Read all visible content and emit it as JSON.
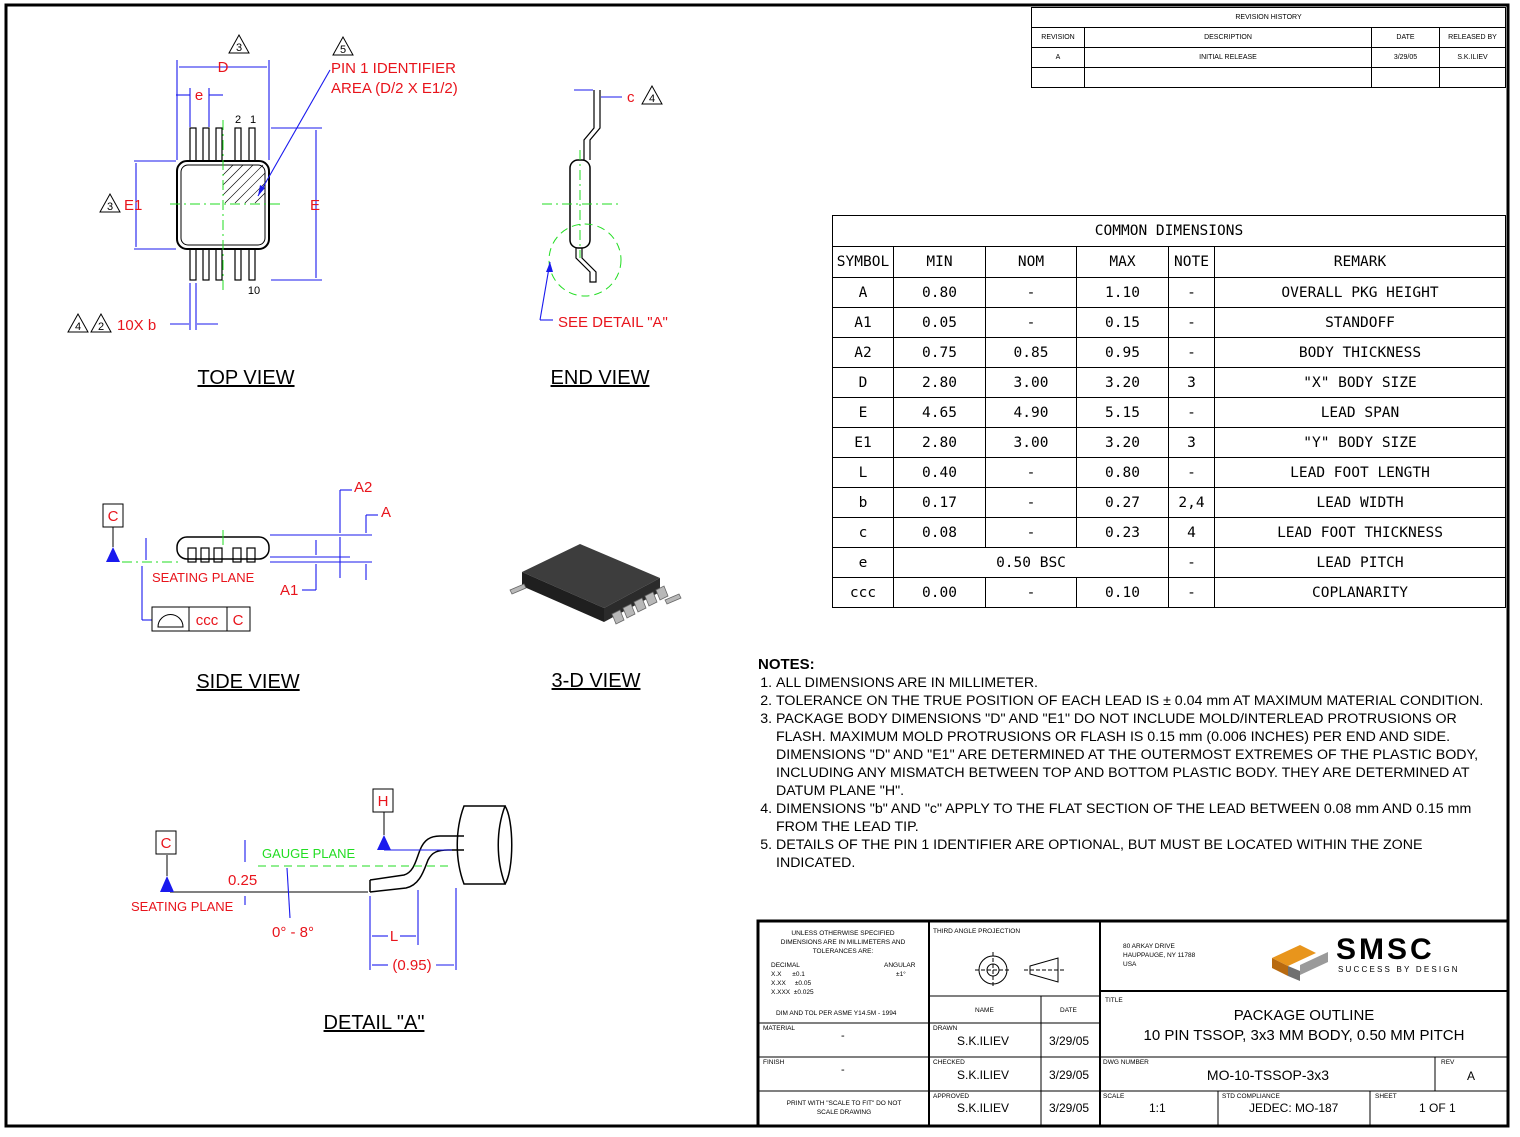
{
  "revision_history": {
    "title": "REVISION HISTORY",
    "headers": [
      "REVISION",
      "DESCRIPTION",
      "DATE",
      "RELEASED BY"
    ],
    "rows": [
      [
        "A",
        "INITIAL RELEASE",
        "3/29/05",
        "S.K.ILIEV"
      ]
    ]
  },
  "views": {
    "top_view": "TOP VIEW",
    "end_view": "END VIEW",
    "side_view": "SIDE VIEW",
    "three_d_view": "3-D VIEW",
    "detail_a": "DETAIL \"A\""
  },
  "top_view_labels": {
    "d": "D",
    "e_pitch": "e",
    "e1": "E1",
    "e": "E",
    "pin_2": "2",
    "pin_1": "1",
    "pin_10": "10",
    "pin1_line1": "PIN 1 IDENTIFIER",
    "pin1_line2": "AREA (D/2 X E1/2)",
    "lead_width": "10X b",
    "tri_3": "3",
    "tri_5": "5",
    "tri_4": "4",
    "tri_2": "2"
  },
  "end_view_labels": {
    "c": "c",
    "tri_4": "4",
    "see_detail": "SEE DETAIL \"A\""
  },
  "side_view_labels": {
    "datum_c": "C",
    "seating_plane": "SEATING PLANE",
    "a2": "A2",
    "a": "A",
    "a1": "A1",
    "ccc": "ccc",
    "ccc_datum": "C"
  },
  "detail_labels": {
    "datum_h": "H",
    "datum_c": "C",
    "gauge_plane": "GAUGE PLANE",
    "gauge_value": "0.25",
    "seating_plane": "SEATING PLANE",
    "angle": "0° - 8°",
    "l": "L",
    "lead_ref": "(0.95)"
  },
  "common_dimensions": {
    "title": "COMMON  DIMENSIONS",
    "headers": [
      "SYMBOL",
      "MIN",
      "NOM",
      "MAX",
      "NOTE",
      "REMARK"
    ],
    "rows": [
      [
        "A",
        "0.80",
        "-",
        "1.10",
        "-",
        "OVERALL  PKG  HEIGHT"
      ],
      [
        "A1",
        "0.05",
        "-",
        "0.15",
        "-",
        "STANDOFF"
      ],
      [
        "A2",
        "0.75",
        "0.85",
        "0.95",
        "-",
        "BODY  THICKNESS"
      ],
      [
        "D",
        "2.80",
        "3.00",
        "3.20",
        "3",
        "\"X\"  BODY  SIZE"
      ],
      [
        "E",
        "4.65",
        "4.90",
        "5.15",
        "-",
        "LEAD  SPAN"
      ],
      [
        "E1",
        "2.80",
        "3.00",
        "3.20",
        "3",
        "\"Y\"  BODY  SIZE"
      ],
      [
        "L",
        "0.40",
        "-",
        "0.80",
        "-",
        "LEAD  FOOT  LENGTH"
      ],
      [
        "b",
        "0.17",
        "-",
        "0.27",
        "2,4",
        "LEAD  WIDTH"
      ],
      [
        "c",
        "0.08",
        "-",
        "0.23",
        "4",
        "LEAD  FOOT  THICKNESS"
      ],
      [
        "e",
        "0.50  BSC",
        "",
        "",
        "-",
        "LEAD  PITCH"
      ],
      [
        "ccc",
        "0.00",
        "-",
        "0.10",
        "-",
        "COPLANARITY"
      ]
    ]
  },
  "notes": {
    "heading": "NOTES:",
    "items": [
      "ALL DIMENSIONS ARE IN MILLIMETER.",
      "TOLERANCE ON THE TRUE POSITION OF EACH LEAD IS ± 0.04 mm AT MAXIMUM MATERIAL CONDITION.",
      "PACKAGE BODY DIMENSIONS \"D\" AND \"E1\" DO NOT INCLUDE MOLD/INTERLEAD PROTRUSIONS OR FLASH. MAXIMUM MOLD PROTRUSIONS OR FLASH IS 0.15 mm (0.006 INCHES) PER END AND SIDE. DIMENSIONS \"D\" AND \"E1\" ARE DETERMINED AT THE OUTERMOST EXTREMES OF THE PLASTIC BODY, INCLUDING ANY MISMATCH BETWEEN TOP AND BOTTOM PLASTIC BODY. THEY ARE DETERMINED AT DATUM PLANE \"H\".",
      "DIMENSIONS \"b\" AND \"c\" APPLY TO THE FLAT SECTION OF THE LEAD BETWEEN 0.08 mm AND 0.15 mm FROM THE LEAD TIP.",
      "DETAILS OF THE PIN 1 IDENTIFIER ARE OPTIONAL, BUT MUST BE LOCATED WITHIN THE ZONE INDICATED."
    ]
  },
  "title_block": {
    "tolerances_heading": "UNLESS OTHERWISE SPECIFIED DIMENSIONS ARE IN MILLIMETERS AND TOLERANCES ARE:",
    "decimal_label": "DECIMAL",
    "angular_label": "ANGULAR",
    "angular_value": "±1°",
    "tol_x": "X.X      ±0.1",
    "tol_xx": "X.XX     ±0.05",
    "tol_xxx": "X.XXX  ±0.025",
    "dim_tol_std": "DIM AND TOL PER ASME Y14.5M - 1994",
    "material_label": "MATERIAL",
    "material_value": "-",
    "finish_label": "FINISH",
    "finish_value": "-",
    "print_note": "PRINT WITH \"SCALE TO FIT\" DO NOT SCALE DRAWING",
    "projection_label": "THIRD ANGLE PROJECTION",
    "name_label": "NAME",
    "date_label": "DATE",
    "drawn_label": "DRAWN",
    "drawn_name": "S.K.ILIEV",
    "drawn_date": "3/29/05",
    "checked_label": "CHECKED",
    "checked_name": "S.K.ILIEV",
    "checked_date": "3/29/05",
    "approved_label": "APPROVED",
    "approved_name": "S.K.ILIEV",
    "approved_date": "3/29/05",
    "address_1": "80 ARKAY DRIVE",
    "address_2": "HAUPPAUGE, NY 11788",
    "address_3": "USA",
    "logo_text": "SMSC",
    "logo_tagline": "SUCCESS BY DESIGN",
    "title_label": "TITLE",
    "title_line1": "PACKAGE OUTLINE",
    "title_line2": "10 PIN TSSOP, 3x3 MM BODY, 0.50 MM PITCH",
    "dwg_label": "DWG NUMBER",
    "dwg_value": "MO-10-TSSOP-3x3",
    "rev_label": "REV",
    "rev_value": "A",
    "scale_label": "SCALE",
    "scale_value": "1:1",
    "std_label": "STD COMPLIANCE",
    "std_value": "JEDEC: MO-187",
    "sheet_label": "SHEET",
    "sheet_value": "1 OF 1"
  }
}
